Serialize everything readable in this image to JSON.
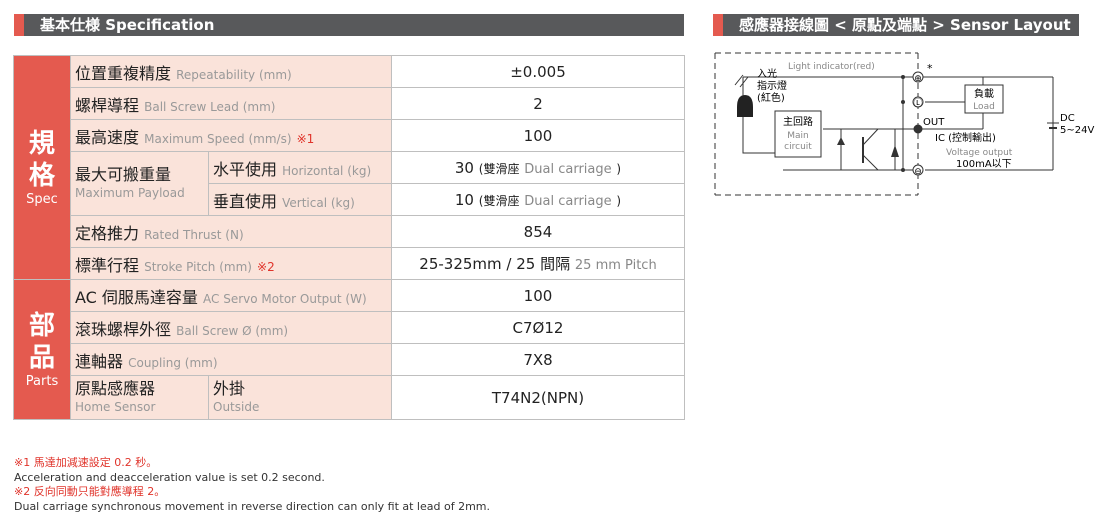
{
  "spec_header": "基本仕様 Specification",
  "sensor_header": "感應器接線圖 < 原點及端點 > Sensor Layout",
  "side_labels": {
    "spec": {
      "zh1": "規",
      "zh2": "格",
      "en": "Spec"
    },
    "parts": {
      "zh1": "部",
      "zh2": "品",
      "en": "Parts"
    }
  },
  "rows": {
    "repeatability": {
      "zh": "位置重複精度",
      "en": "Repeatability (mm)",
      "value": "±0.005"
    },
    "lead": {
      "zh": "螺桿導程",
      "en": "Ball Screw Lead (mm)",
      "value": "2"
    },
    "speed": {
      "zh": "最高速度",
      "en": "Maximum Speed (mm/s)",
      "note": "※1",
      "value": "100"
    },
    "payload": {
      "zh": "最大可搬重量",
      "en": "Maximum Payload",
      "horizontal": {
        "zh": "水平使用",
        "en": "Horizontal (kg)",
        "value": "30",
        "paren_open": "(",
        "zh_note": "雙滑座",
        "en_note": "Dual carriage",
        "paren_close": ")"
      },
      "vertical": {
        "zh": "垂直使用",
        "en": "Vertical (kg)",
        "value": "10",
        "paren_open": "(",
        "zh_note": "雙滑座",
        "en_note": "Dual carriage",
        "paren_close": ")"
      }
    },
    "thrust": {
      "zh": "定格推力",
      "en": "Rated Thrust (N)",
      "value": "854"
    },
    "stroke": {
      "zh": "標準行程",
      "en": "Stroke Pitch (mm)",
      "note": "※2",
      "value": "25-325mm / 25",
      "value_zh": "間隔",
      "value_en": "25 mm Pitch"
    },
    "motor": {
      "zh": "AC 伺服馬達容量",
      "en": "AC Servo Motor Output (W)",
      "value": "100"
    },
    "screw": {
      "zh": "滾珠螺桿外徑",
      "en": "Ball Screw Ø (mm)",
      "value": "C7Ø12"
    },
    "coupling": {
      "zh": "連軸器",
      "en": "Coupling (mm)",
      "value": "7X8"
    },
    "home": {
      "zh": "原點感應器",
      "en": "Home Sensor",
      "sub_zh": "外掛",
      "sub_en": "Outside",
      "value": "T74N2(NPN)"
    }
  },
  "notes": {
    "n1_zh": "※1 馬達加減速設定 0.2 秒。",
    "n1_en": "Acceleration and deacceleration value is set 0.2 second.",
    "n2_zh": "※2 反向同動只能對應導程 2。",
    "n2_en": "Dual carriage synchronous movement in reverse direction can only fit at lead of 2mm."
  },
  "diagram": {
    "light_indicator": "Light indicator(red)",
    "star": "*",
    "plus": "⊕",
    "minus": "⊖",
    "circle_l": "Ⓛ",
    "incident_light": "入光",
    "indicator_zh": "指示燈",
    "indicator_red": "(紅色)",
    "main_zh": "主回路",
    "main_en1": "Main",
    "main_en2": "circuit",
    "out": "OUT",
    "ic": "IC (控制輸出)",
    "voltage_output": "Voltage output",
    "current": "100mA以下",
    "load_zh": "負載",
    "load_en": "Load",
    "dc": "DC",
    "dc_range": "5~24V"
  },
  "colors": {
    "accent": "#e45a4f",
    "header_bg": "#58595b",
    "label_bg": "#fae3da",
    "note_red": "#e0342b"
  }
}
